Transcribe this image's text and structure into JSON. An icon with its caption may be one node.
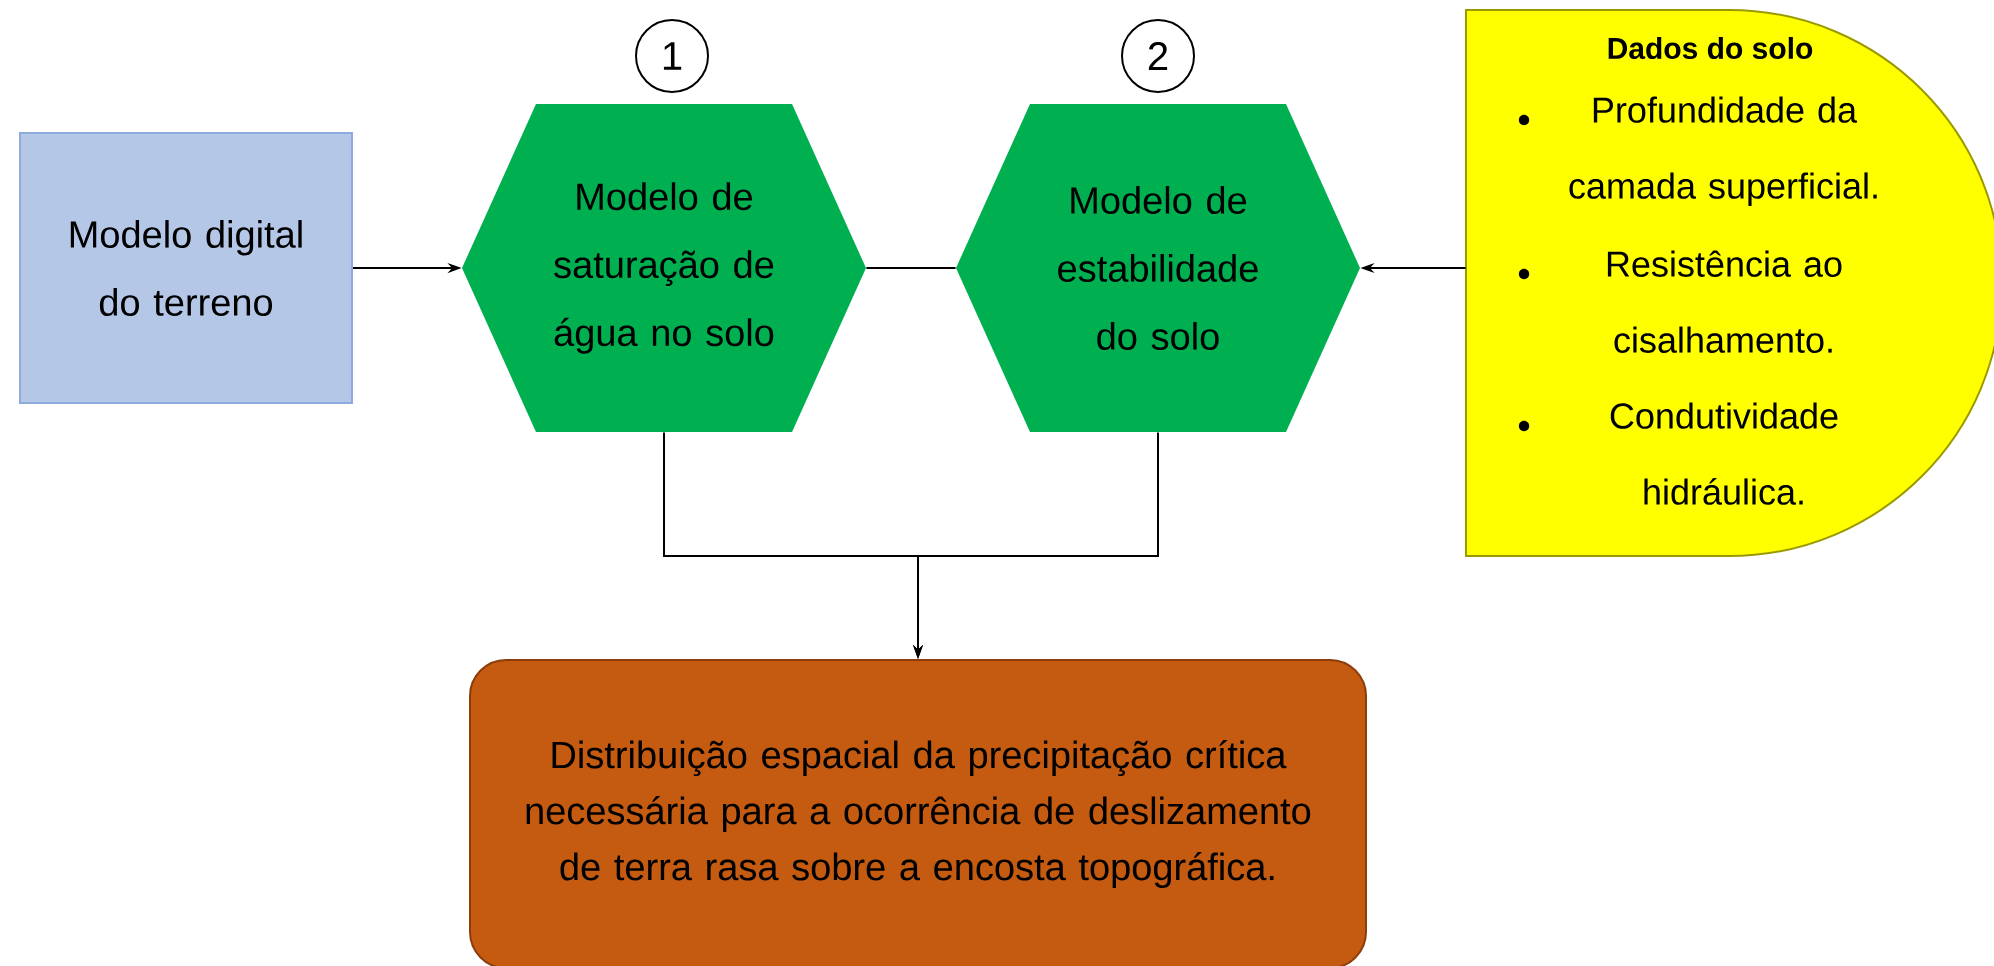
{
  "diagram": {
    "nodes": [
      {
        "text": [
          "Modelo digital do terreno"
        ]
      },
      {
        "text": [
          "1"
        ]
      },
      {
        "text": [
          "Modelo de saturação de água no solo"
        ]
      },
      {
        "text": [
          "2"
        ]
      },
      {
        "text": [
          "Modelo de estabilidade do solo"
        ]
      },
      {
        "text": [
          "Dados do solo",
          "Profundidade da camada superficial.",
          "Resistência ao cisalhamento.",
          "Condutividade hidráulica."
        ]
      },
      {
        "text": [
          "Distribuição espacial da precipitação crítica necessária para a ocorrência de deslizamento de terra rasa sobre a encosta topográfica."
        ]
      }
    ],
    "edges": [
      {
        "from": 0,
        "to": 2,
        "arrow": "to"
      },
      {
        "from": 2,
        "to": 4,
        "arrow": "none"
      },
      {
        "from": 5,
        "to": 4,
        "arrow": "to"
      },
      {
        "from": 2,
        "to": 6,
        "arrow": "to"
      },
      {
        "from": 4,
        "to": 6,
        "arrow": "to"
      }
    ]
  }
}
